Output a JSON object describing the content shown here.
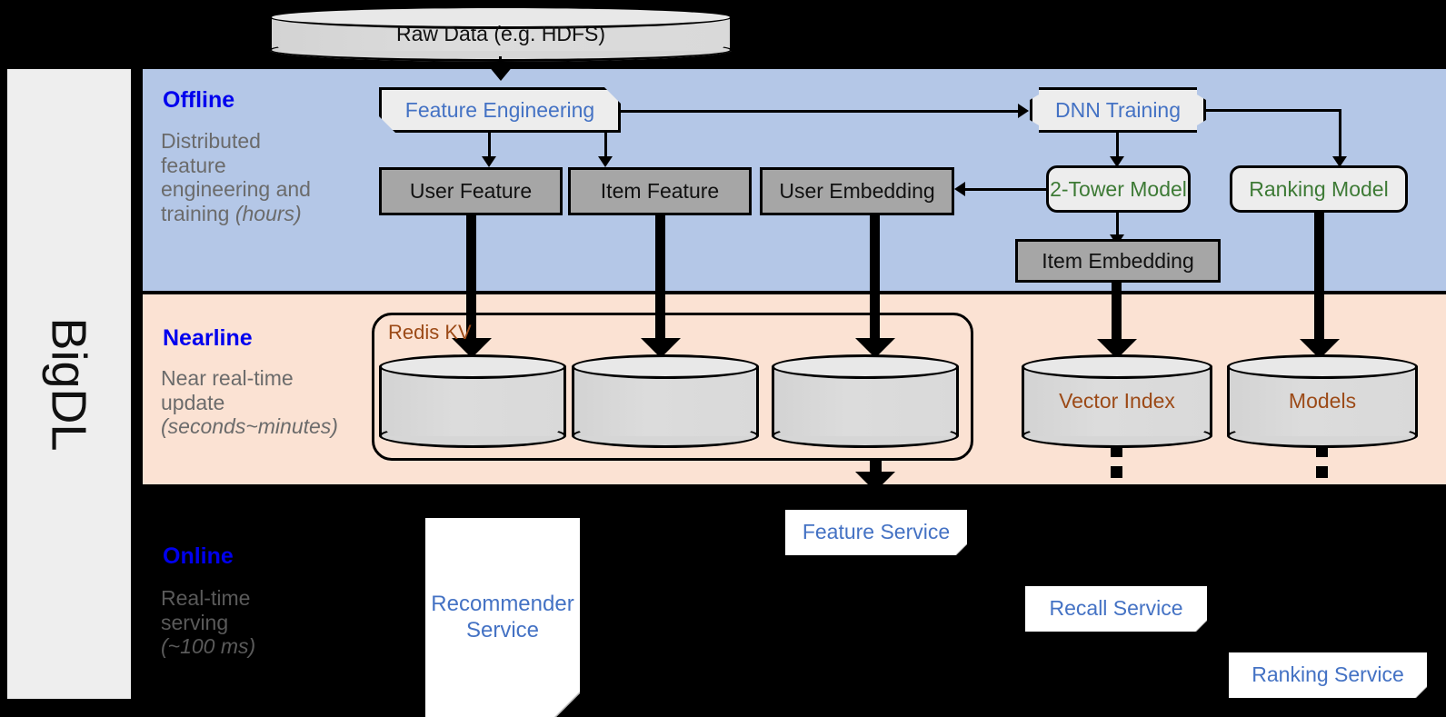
{
  "framework": {
    "name": "BigDL"
  },
  "source": {
    "label": "Raw Data (e.g. HDFS)"
  },
  "bands": {
    "offline": {
      "title": "Offline",
      "subtitle_line1": "Distributed",
      "subtitle_line2": "feature",
      "subtitle_line3": "engineering and",
      "subtitle_line4": "training ",
      "subtitle_italic": "(hours)",
      "color": "#b4c7e7"
    },
    "nearline": {
      "title": "Nearline",
      "subtitle_line1": "Near real-time",
      "subtitle_line2": "update",
      "subtitle_italic": "(seconds~minutes)",
      "color": "#fbe2d3"
    },
    "online": {
      "title": "Online",
      "subtitle_line1": "Real-time",
      "subtitle_line2": "serving",
      "subtitle_italic": "(~100 ms)",
      "color": "#000000"
    }
  },
  "offline_nodes": {
    "feature_engineering": "Feature Engineering",
    "dnn_training": "DNN Training",
    "user_feature": "User Feature",
    "item_feature": "Item Feature",
    "user_embedding": "User Embedding",
    "two_tower_model": "2-Tower Model",
    "ranking_model": "Ranking Model",
    "item_embedding": "Item Embedding"
  },
  "nearline_nodes": {
    "redis_kv": "Redis KV",
    "store_user_feature": "",
    "store_item_feature": "",
    "store_user_embedding": "",
    "vector_index": "Vector Index",
    "models": "Models"
  },
  "online_nodes": {
    "recommender_service_line1": "Recommender",
    "recommender_service_line2": "Service",
    "feature_service": "Feature Service",
    "recall_service": "Recall Service",
    "ranking_service": "Ranking Service"
  },
  "colors": {
    "offline_band": "#b4c7e7",
    "nearline_band": "#fbe2d3",
    "online_band": "#000000",
    "band_title": "#0000ee",
    "process_text": "#4472c4",
    "model_text": "#3d7a35",
    "store_text": "#9c4a17",
    "gray_box": "#a6a6a6",
    "rail_bg": "#eeeeee"
  }
}
